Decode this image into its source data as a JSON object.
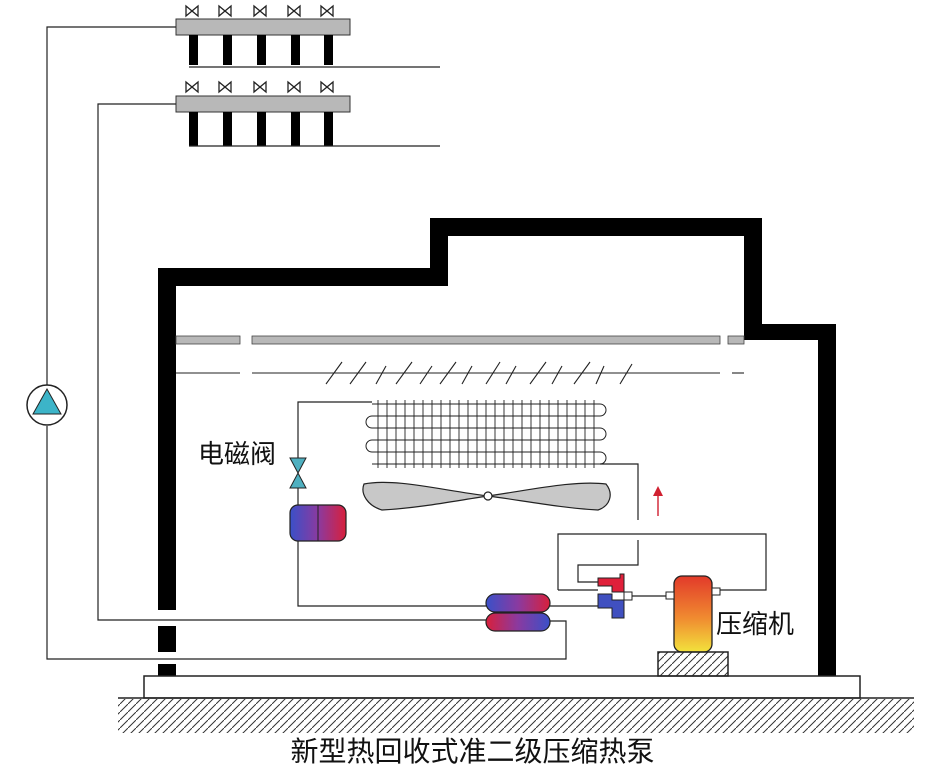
{
  "labels": {
    "solenoid_valve": "电磁阀",
    "compressor": "压缩机",
    "caption": "新型热回收式准二级压缩热泵"
  },
  "colors": {
    "wall": "#000000",
    "manifold": "#b8b8b8",
    "pump": "#3cb4c8",
    "valve": "#4fb0c0",
    "hot": "#e0203a",
    "cold": "#4050c0",
    "compressor_top": "#e04030",
    "compressor_bottom": "#f0e040"
  },
  "icons": {
    "pump": "circulation-pump-icon",
    "valve": "solenoid-valve-icon",
    "arrow": "airflow-arrow-icon"
  }
}
